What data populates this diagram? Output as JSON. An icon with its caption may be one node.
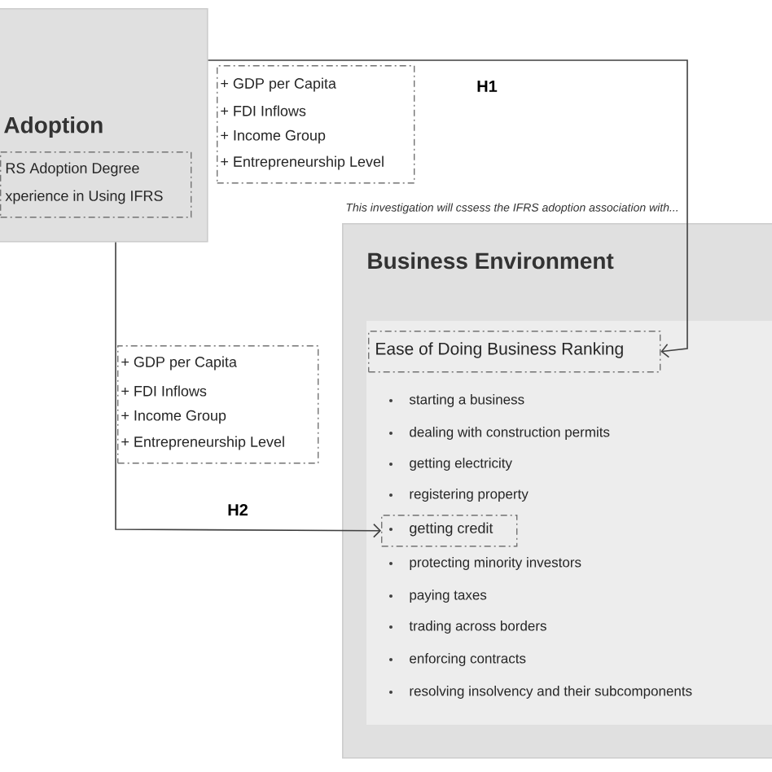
{
  "diagram": {
    "nodes": [
      {
        "text": [
          "Adoption"
        ]
      },
      {
        "text": [
          "RS Adoption Degree",
          "xperience in Using IFRS"
        ],
        "in": 0
      },
      {
        "text": [
          "+ GDP per Capita",
          "+ FDI Inflows",
          "+ Income Group",
          "+ Entrepreneurship Level"
        ]
      },
      {
        "text": [
          "Business Environment"
        ]
      },
      {
        "text": [
          "Ease of Doing Business Ranking"
        ],
        "in": 3
      },
      {
        "text": [
          "getting credit"
        ],
        "in": 3
      },
      {
        "text": [
          "+ GDP per Capita",
          "+ FDI Inflows",
          "+ Income Group",
          "+ Entrepreneurship Level"
        ]
      }
    ],
    "edges": [
      {
        "from": 0,
        "to": 4,
        "arrow": "to",
        "label": "H1"
      },
      {
        "from": 0,
        "to": 5,
        "arrow": "to",
        "label": "H2"
      }
    ],
    "labels": [
      "This investigation will cssess the IFRS adoption association with...",
      "starting a business",
      "dealing with construction permits",
      "getting electricity",
      "registering property",
      "protecting minority investors",
      "paying taxes",
      "trading across borders",
      "enforcing contracts",
      "resolving insolvency and their subcomponents"
    ]
  }
}
